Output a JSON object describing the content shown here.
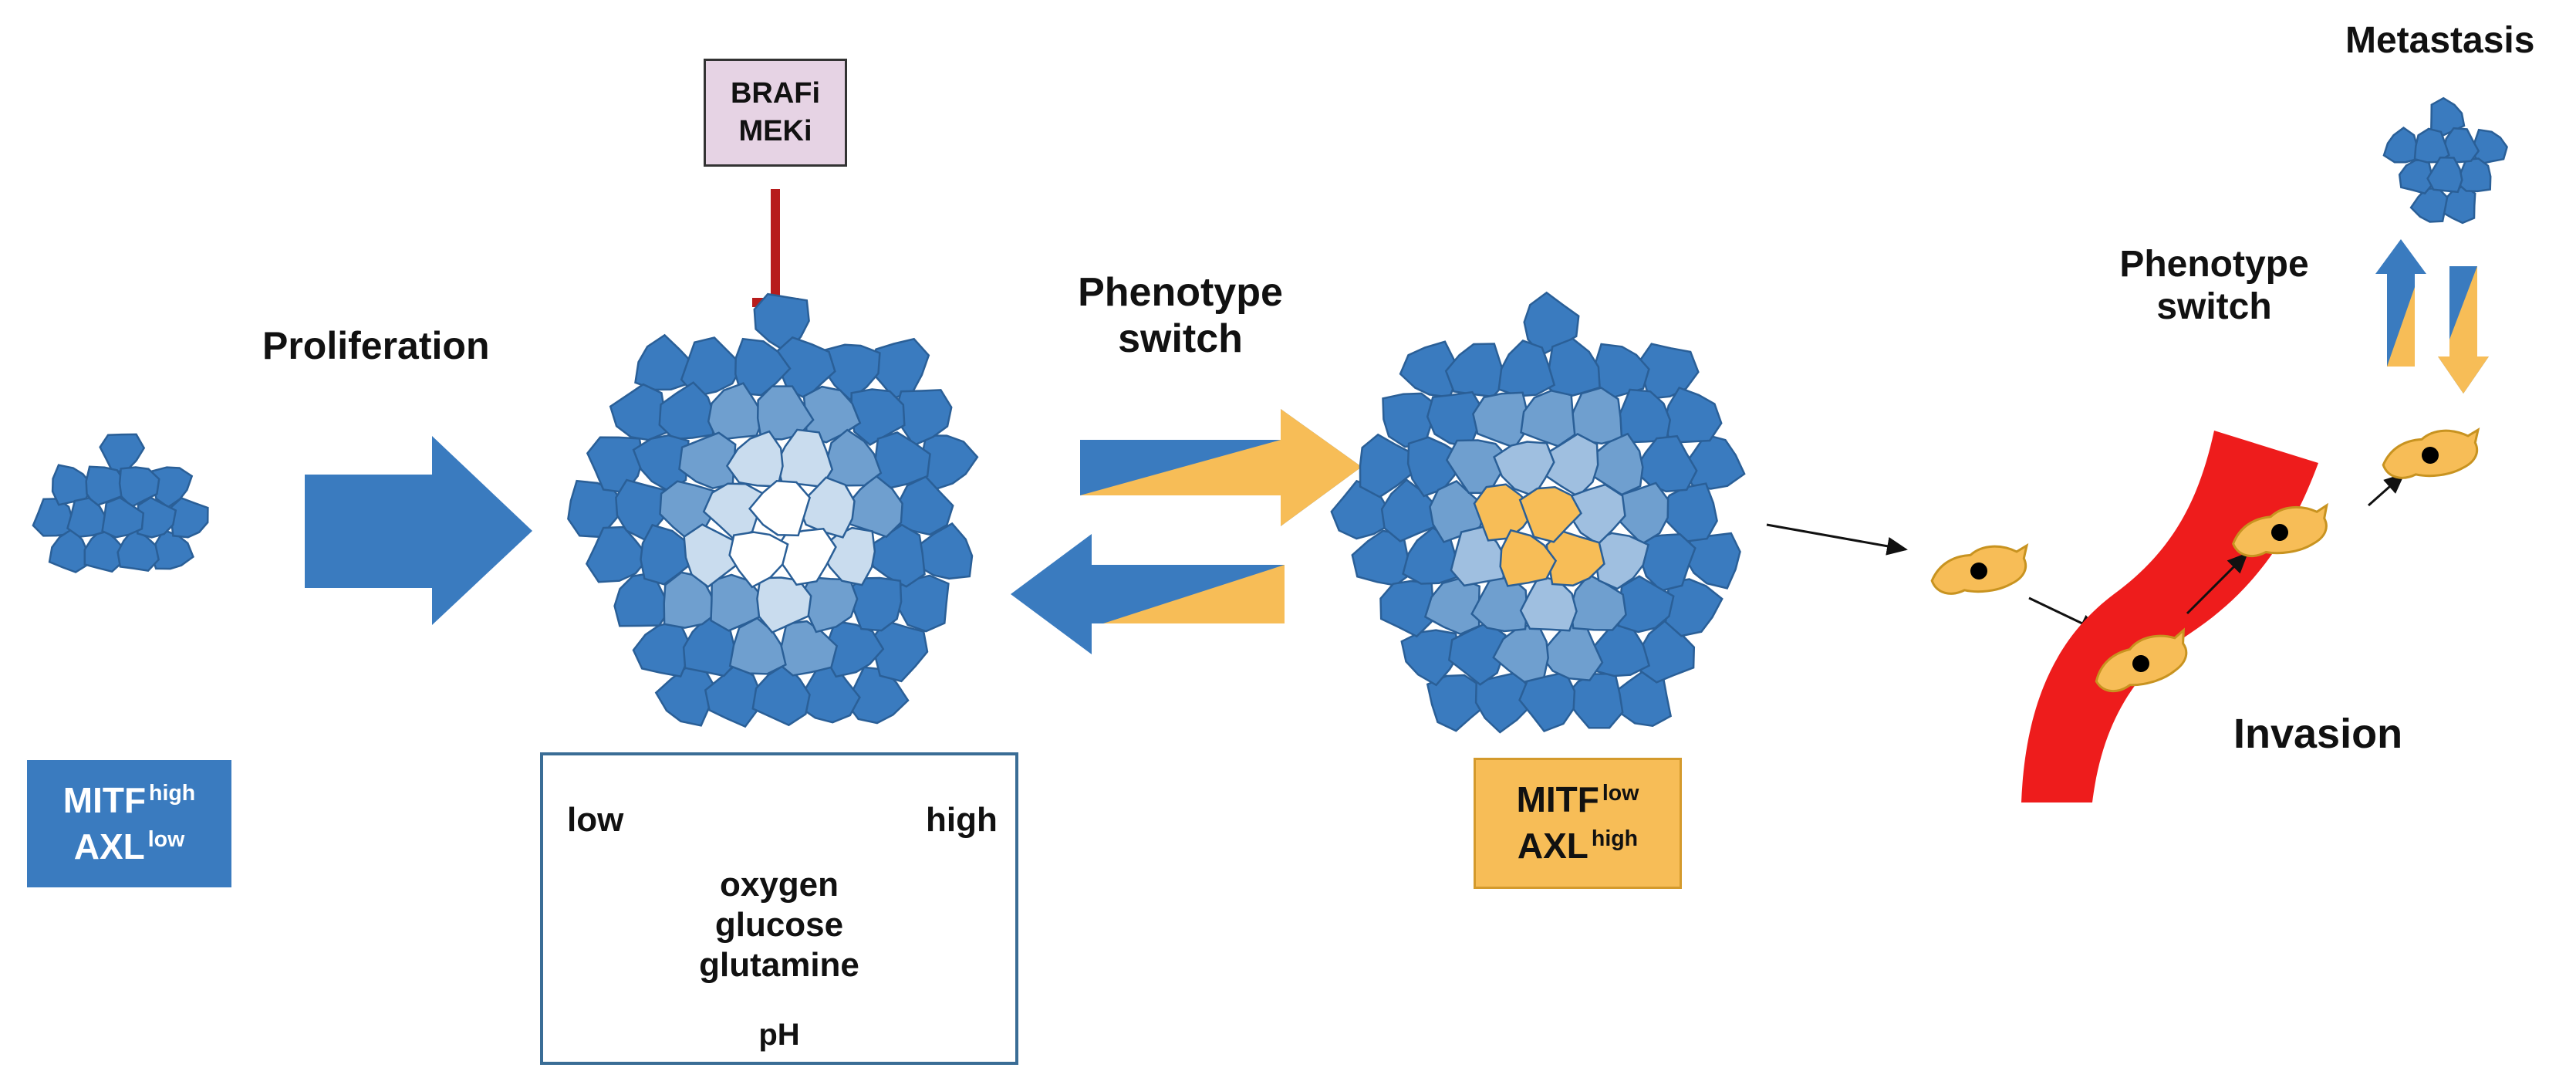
{
  "labels": {
    "proliferation": "Proliferation",
    "phenotype_switch_1": "Phenotype",
    "phenotype_switch_2": "switch",
    "metastasis": "Metastasis",
    "phenotype_switch_right_1": "Phenotype",
    "phenotype_switch_right_2": "switch",
    "invasion": "Invasion"
  },
  "drug_box": {
    "line1": "BRAFi",
    "line2": "MEKi"
  },
  "state_left": {
    "mitf": "MITF",
    "mitf_level": "high",
    "axl": "AXL",
    "axl_level": "low"
  },
  "state_right": {
    "mitf": "MITF",
    "mitf_level": "low",
    "axl": "AXL",
    "axl_level": "high"
  },
  "gradient": {
    "low": "low",
    "high": "high",
    "factors": [
      "oxygen",
      "glucose",
      "glutamine"
    ],
    "ph": "pH"
  },
  "colors": {
    "blue": "#3a7bbf",
    "orange": "#f7bd57",
    "red": "#e61c1c",
    "inhibitor": "#b71c1c",
    "drug_box": "#e6d3e4"
  }
}
